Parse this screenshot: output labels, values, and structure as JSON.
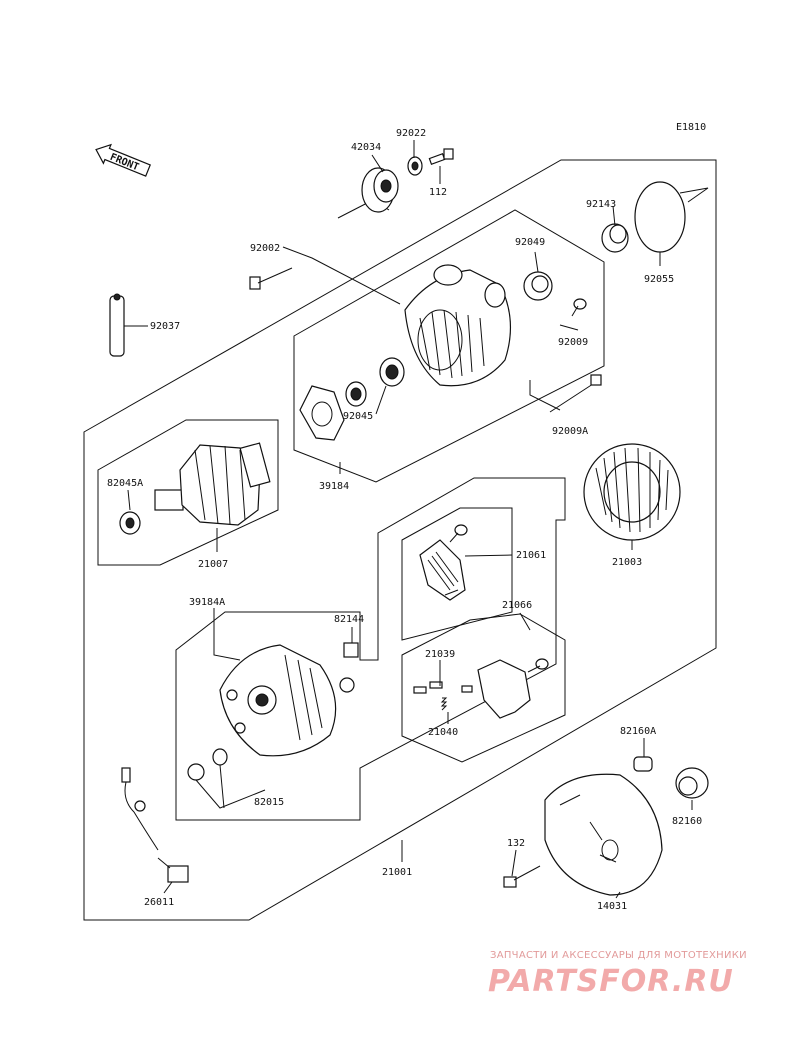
{
  "diagram": {
    "code": "E1810",
    "front_label": "FRONT",
    "parts": [
      {
        "number": "42034",
        "name": "pulley-icon"
      },
      {
        "number": "92022",
        "name": "washer-icon"
      },
      {
        "number": "112",
        "name": "bolt-icon"
      },
      {
        "number": "92143",
        "name": "collar-icon"
      },
      {
        "number": "92055",
        "name": "o-ring-icon"
      },
      {
        "number": "92002",
        "name": "bolt-icon"
      },
      {
        "number": "92049",
        "name": "oil-seal-icon"
      },
      {
        "number": "92037",
        "name": "tube-icon"
      },
      {
        "number": "92009",
        "name": "screw-icon"
      },
      {
        "number": "92045",
        "name": "bearing-icon"
      },
      {
        "number": "92009A",
        "name": "long-screw-icon"
      },
      {
        "number": "39184",
        "name": "front-housing-icon"
      },
      {
        "number": "82045A",
        "name": "bearing-icon"
      },
      {
        "number": "21007",
        "name": "rotor-icon"
      },
      {
        "number": "21003",
        "name": "stator-icon"
      },
      {
        "number": "21061",
        "name": "rectifier-icon"
      },
      {
        "number": "82144",
        "name": "nut-icon"
      },
      {
        "number": "39184A",
        "name": "rear-housing-icon"
      },
      {
        "number": "21066",
        "name": "regulator-icon"
      },
      {
        "number": "21039",
        "name": "brush-icon"
      },
      {
        "number": "21040",
        "name": "spring-icon"
      },
      {
        "number": "82160A",
        "name": "cap-icon"
      },
      {
        "number": "82015",
        "name": "nut-icon"
      },
      {
        "number": "82160",
        "name": "cap-icon"
      },
      {
        "number": "132",
        "name": "bolt-icon"
      },
      {
        "number": "21001",
        "name": "alternator-assembly-icon"
      },
      {
        "number": "26011",
        "name": "connector-icon"
      },
      {
        "number": "14031",
        "name": "cover-icon"
      }
    ]
  },
  "watermark": {
    "tagline": "ЗАПЧАСТИ И АКСЕССУАРЫ ДЛЯ МОТОТЕХНИКИ",
    "logo": "PARTSFOR.RU"
  }
}
